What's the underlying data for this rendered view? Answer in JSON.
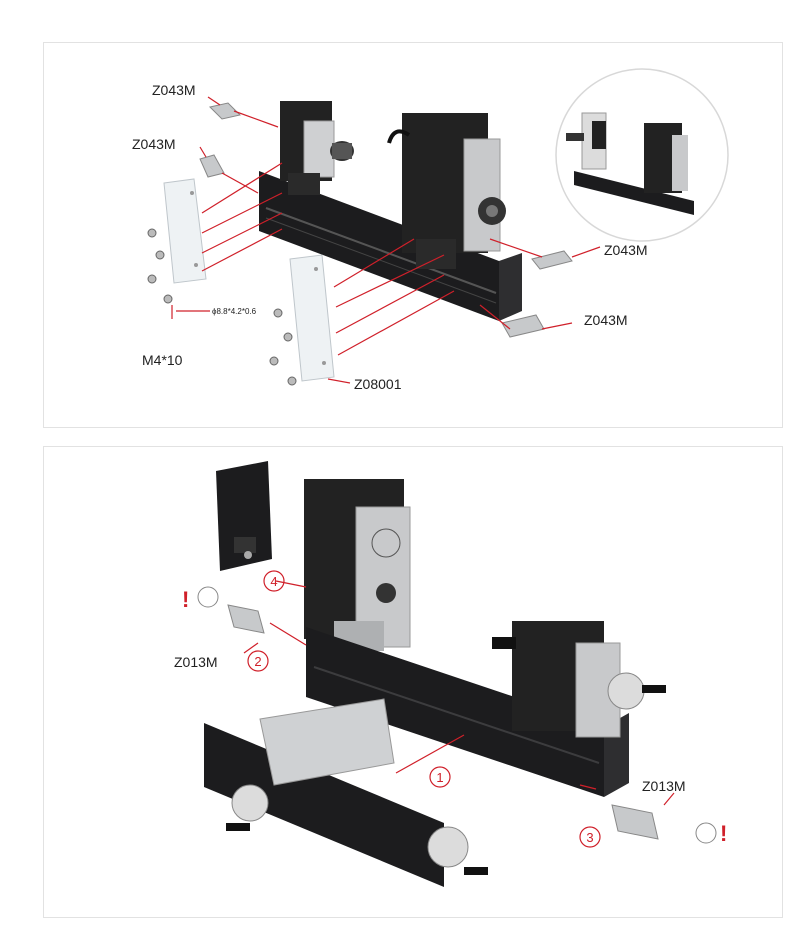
{
  "panel1": {
    "labels": {
      "z043m_top": "Z043M",
      "z043m_mid": "Z043M",
      "z043m_right_a": "Z043M",
      "z043m_right_b": "Z043M",
      "z08001": "Z08001",
      "screw": "M4*10",
      "washer_spec": "ϕ8.8*4.2*0.6"
    }
  },
  "panel2": {
    "labels": {
      "z013m_left": "Z013M",
      "z013m_right": "Z013M",
      "step1": "1",
      "step2": "2",
      "step3": "3",
      "step4": "4",
      "excl_left": "!",
      "excl_right": "!"
    }
  },
  "colors": {
    "accent_red": "#d0202a",
    "machine_black": "#1c1c1e",
    "aluminum": "#c9cbcd"
  }
}
